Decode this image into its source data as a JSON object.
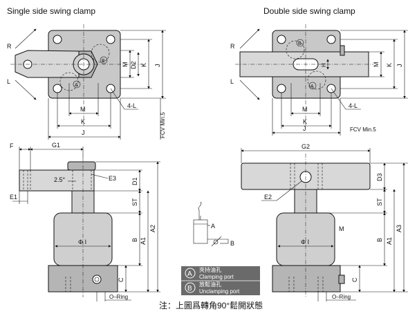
{
  "titles": {
    "single": "Single side swing clamp",
    "double": "Double side swing clamp"
  },
  "labels": {
    "R": "R",
    "L": "L",
    "A": "A",
    "B": "B",
    "M": "M",
    "K": "K",
    "J": "J",
    "D2": "D2",
    "H": "H",
    "fourL": "4-L",
    "fcv": "FCV Min.5",
    "F": "F",
    "G1": "G1",
    "G2": "G2",
    "E1": "E1",
    "E2": "E2",
    "E3": "E3",
    "D1": "D1",
    "D3": "D3",
    "ST": "ST",
    "A1": "A1",
    "A2": "A2",
    "A3": "A3",
    "C": "C",
    "phiI": "Φ I",
    "angle": "2.5°",
    "oring": "O–Ring"
  },
  "legend": {
    "a_zh": "夾持油孔",
    "a_en": "Clamping port",
    "b_zh": "放鬆油孔",
    "b_en": "Unclamping port"
  },
  "note": "注：上圖爲轉角90°鬆開狀態"
}
